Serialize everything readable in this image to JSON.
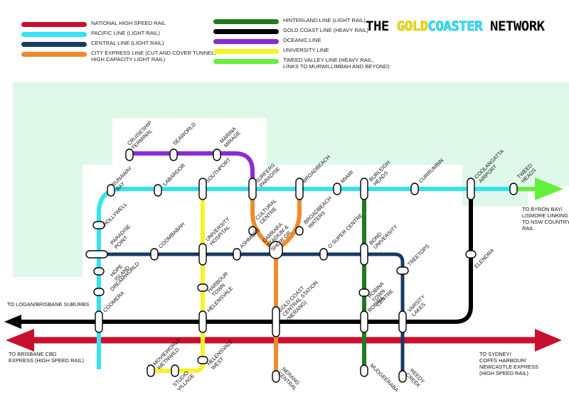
{
  "title": {
    "prefix": "THE ",
    "gold": "GOLD",
    "coaster": "COASTER",
    "suffix": " NETWORK"
  },
  "legend": [
    {
      "label": "NATIONAL HIGH SPEED RAIL",
      "color": "#c8102e"
    },
    {
      "label": "PACIFIC LINE (LIGHT RAIL)",
      "color": "#33e3f5"
    },
    {
      "label": "CENTRAL LINE (LIGHT RAIL)",
      "color": "#173a63"
    },
    {
      "label": "CITY EXPRESS LINE (CUT AND COVER TUNNEL,\nHIGH CAPACITY LIGHT RAIL)",
      "color": "#f08a2c"
    },
    {
      "label": "HINTERLAND LINE (LIGHT RAIL)",
      "color": "#1f7a22"
    },
    {
      "label": "GOLD COAST LINE (HEAVY RAIL)",
      "color": "#000000"
    },
    {
      "label": "OCEANIC LINE",
      "color": "#8a2bd6"
    },
    {
      "label": "UNIVERSITY LINE",
      "color": "#f7f32a"
    },
    {
      "label": "TWEED VALLEY LINE (HEAVY RAIL,\nLINKS TO MURWILLIMBAH AND BEYOND)",
      "color": "#63f03a"
    }
  ],
  "stations": [
    {
      "name": "CRUISESHIP\nTERMINAL"
    },
    {
      "name": "SEAWORLD"
    },
    {
      "name": "MARINA\nMIRAGE"
    },
    {
      "name": "RUNAWAY\nBAY"
    },
    {
      "name": "LABARDOR"
    },
    {
      "name": "SOUTHPORT"
    },
    {
      "name": "SURFERS\nPARADISE"
    },
    {
      "name": "BROADBEACH"
    },
    {
      "name": "MIAMI"
    },
    {
      "name": "BURLEIGH\nHEADS"
    },
    {
      "name": "CURRUMBIN"
    },
    {
      "name": "COOLANGATTA\nAIRPORT"
    },
    {
      "name": "TWEED\nHEADS"
    },
    {
      "name": "HOLLYWELL"
    },
    {
      "name": "PARADISE\nPOINT"
    },
    {
      "name": "COOMBABAH"
    },
    {
      "name": "UNIVERSITY\nHOSPITAL"
    },
    {
      "name": "ASHMORE"
    },
    {
      "name": "CULTURAL\nCENTRE"
    },
    {
      "name": "CARRARA\nSTADIUM &\nSHOW GR."
    },
    {
      "name": "BROADBEACH\nWATERS"
    },
    {
      "name": "O SUPER CENTRE"
    },
    {
      "name": "BOND\nUNIVERSITY"
    },
    {
      "name": "TREETOPS"
    },
    {
      "name": "ELENORA"
    },
    {
      "name": "HOPE\nISLAND"
    },
    {
      "name": "DREAMWORLD"
    },
    {
      "name": "HARBOUR\nTOWN"
    },
    {
      "name": "ROBINA\nTOWN\nCENTRE"
    },
    {
      "name": "COOMERA"
    },
    {
      "name": "HELENSVALE"
    },
    {
      "name": "GOLD COAST\nCENTRAL STATION\n(NERANG)"
    },
    {
      "name": "ROBINA"
    },
    {
      "name": "VARSITY\nLAKES"
    },
    {
      "name": "MOVIEWORLD\nWETNWILD"
    },
    {
      "name": "HELENSVALE\nWEST"
    },
    {
      "name": "STUDIO\nVILLAGE"
    },
    {
      "name": "NERANG\nCENTRAL"
    },
    {
      "name": "MUDGEERABA"
    },
    {
      "name": "REEDY\nCREEK"
    }
  ],
  "annotations": [
    {
      "text": "TO BYRON BAY/\nLISMORE LINKING\nTO NSW COUNTRY\nRAIL"
    },
    {
      "text": "TO LOGAN/BRISBANE SUBURBS"
    },
    {
      "text": "TO BRISBANE CBD\nEXPRESS (HIGH SPEED RAIL)"
    },
    {
      "text": "TO SYDNEY/\nCOFFS HARBOUR/\nNEWCASTLE EXPRESS\n(HIGH SPEED RAIL)"
    }
  ]
}
